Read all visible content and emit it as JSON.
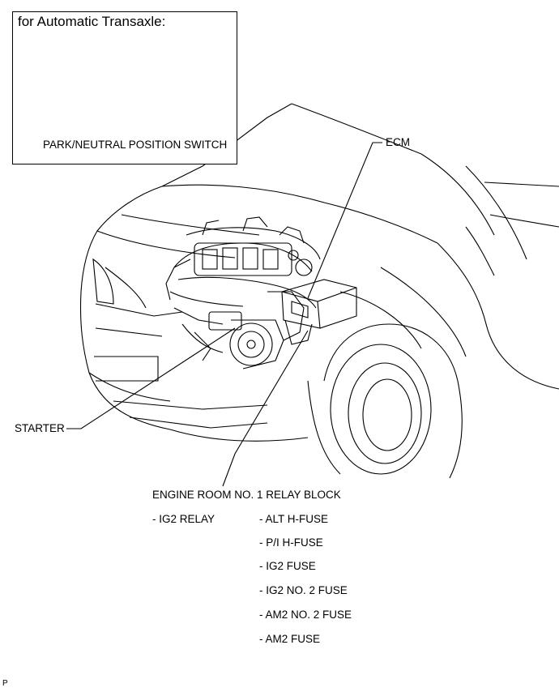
{
  "inset": {
    "title": "for Automatic Transaxle:",
    "switch_label": "PARK/NEUTRAL POSITION SWITCH"
  },
  "callouts": {
    "ecm": "ECM",
    "starter": "STARTER",
    "relay_block": "ENGINE ROOM NO. 1 RELAY BLOCK"
  },
  "relay_block_items": {
    "left": [
      "- IG2 RELAY"
    ],
    "right": [
      "- ALT H-FUSE",
      "- P/I H-FUSE",
      "- IG2 FUSE",
      "- IG2 NO. 2 FUSE",
      "- AM2 NO. 2 FUSE",
      "- AM2 FUSE"
    ]
  },
  "footer": {
    "code": "P"
  }
}
